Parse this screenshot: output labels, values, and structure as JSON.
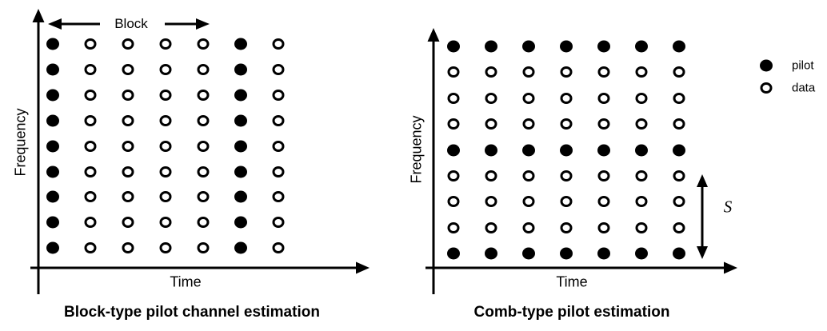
{
  "colors": {
    "ink": "#000000",
    "background": "#ffffff"
  },
  "legend": {
    "items": [
      {
        "label": "pilot",
        "marker": "filled"
      },
      {
        "label": "data",
        "marker": "open"
      }
    ]
  },
  "panels": [
    {
      "caption": "Block-type pilot channel estimation",
      "x_axis_label": "Time",
      "y_axis_label": "Frequency",
      "annotation_label": "Block",
      "grid": {
        "rows": 9,
        "cols": 7,
        "pilot_cols": [
          0,
          5
        ],
        "pilot_rows": [],
        "filled_meaning": "pilot",
        "open_meaning": "data"
      }
    },
    {
      "caption": "Comb-type pilot estimation",
      "x_axis_label": "Time",
      "y_axis_label": "Frequency",
      "annotation_label": "S",
      "grid": {
        "rows": 9,
        "cols": 7,
        "pilot_cols": [],
        "pilot_rows": [
          0,
          4,
          8
        ],
        "filled_meaning": "pilot",
        "open_meaning": "data"
      }
    }
  ]
}
